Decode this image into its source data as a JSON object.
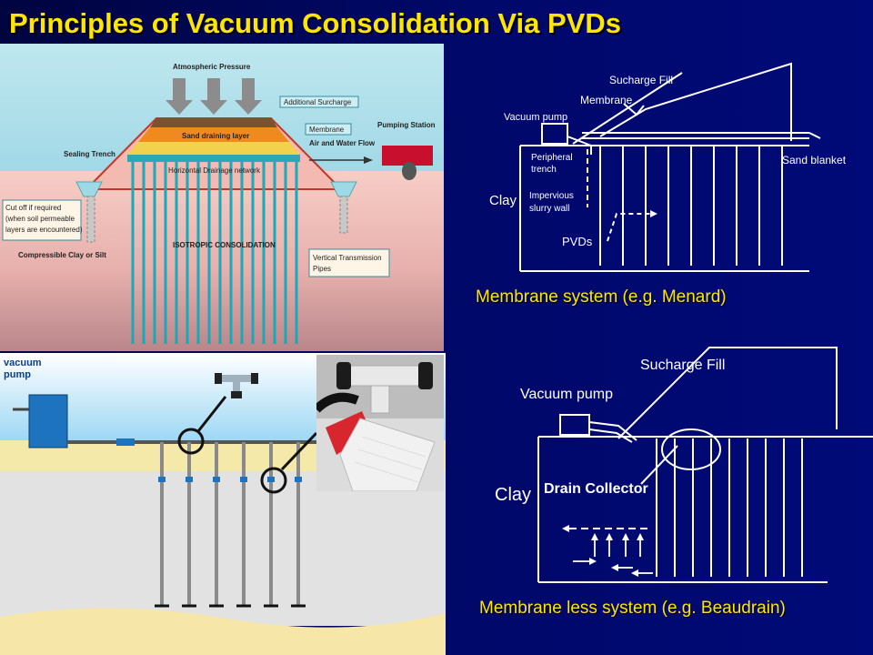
{
  "title": "Principles of Vacuum Consolidation Via PVDs",
  "panel_embankment": {
    "atmospheric_pressure": "Atmospheric Pressure",
    "additional_surcharge": "Additional Surcharge",
    "membrane": "Membrane",
    "pumping_station": "Pumping Station",
    "sealing_trench": "Sealing Trench",
    "sand_draining_layer": "Sand draining layer",
    "air_water_flow": "Air and Water Flow",
    "horizontal_drainage": "Horizontal Drainage network",
    "cutoff_line1": "Cut off if required",
    "cutoff_line2": "(when soil permeable",
    "cutoff_line3": "layers are encountered)",
    "isotropic": "ISOTROPIC CONSOLIDATION",
    "compressible": "Compressible Clay or Silt",
    "vertical_pipes_line1": "Vertical Transmission",
    "vertical_pipes_line2": "Pipes"
  },
  "panel_pump": {
    "vacuum_line1": "vacuum",
    "vacuum_line2": "pump"
  },
  "diagram_menard": {
    "surcharge_fill": "Sucharge Fill",
    "membrane": "Membrane",
    "vacuum_pump": "Vacuum pump",
    "peripheral_line1": "Peripheral",
    "peripheral_line2": "trench",
    "sand_blanket": "Sand blanket",
    "clay": "Clay",
    "impervious_line1": "Impervious",
    "impervious_line2": "slurry wall",
    "pvds": "PVDs",
    "caption": "Membrane system (e.g. Menard)"
  },
  "diagram_beaudrain": {
    "surcharge_fill": "Sucharge Fill",
    "vacuum_pump": "Vacuum pump",
    "clay": "Clay",
    "drain_collector": "Drain Collector",
    "caption": "Membrane less system (e.g. Beaudrain)"
  }
}
